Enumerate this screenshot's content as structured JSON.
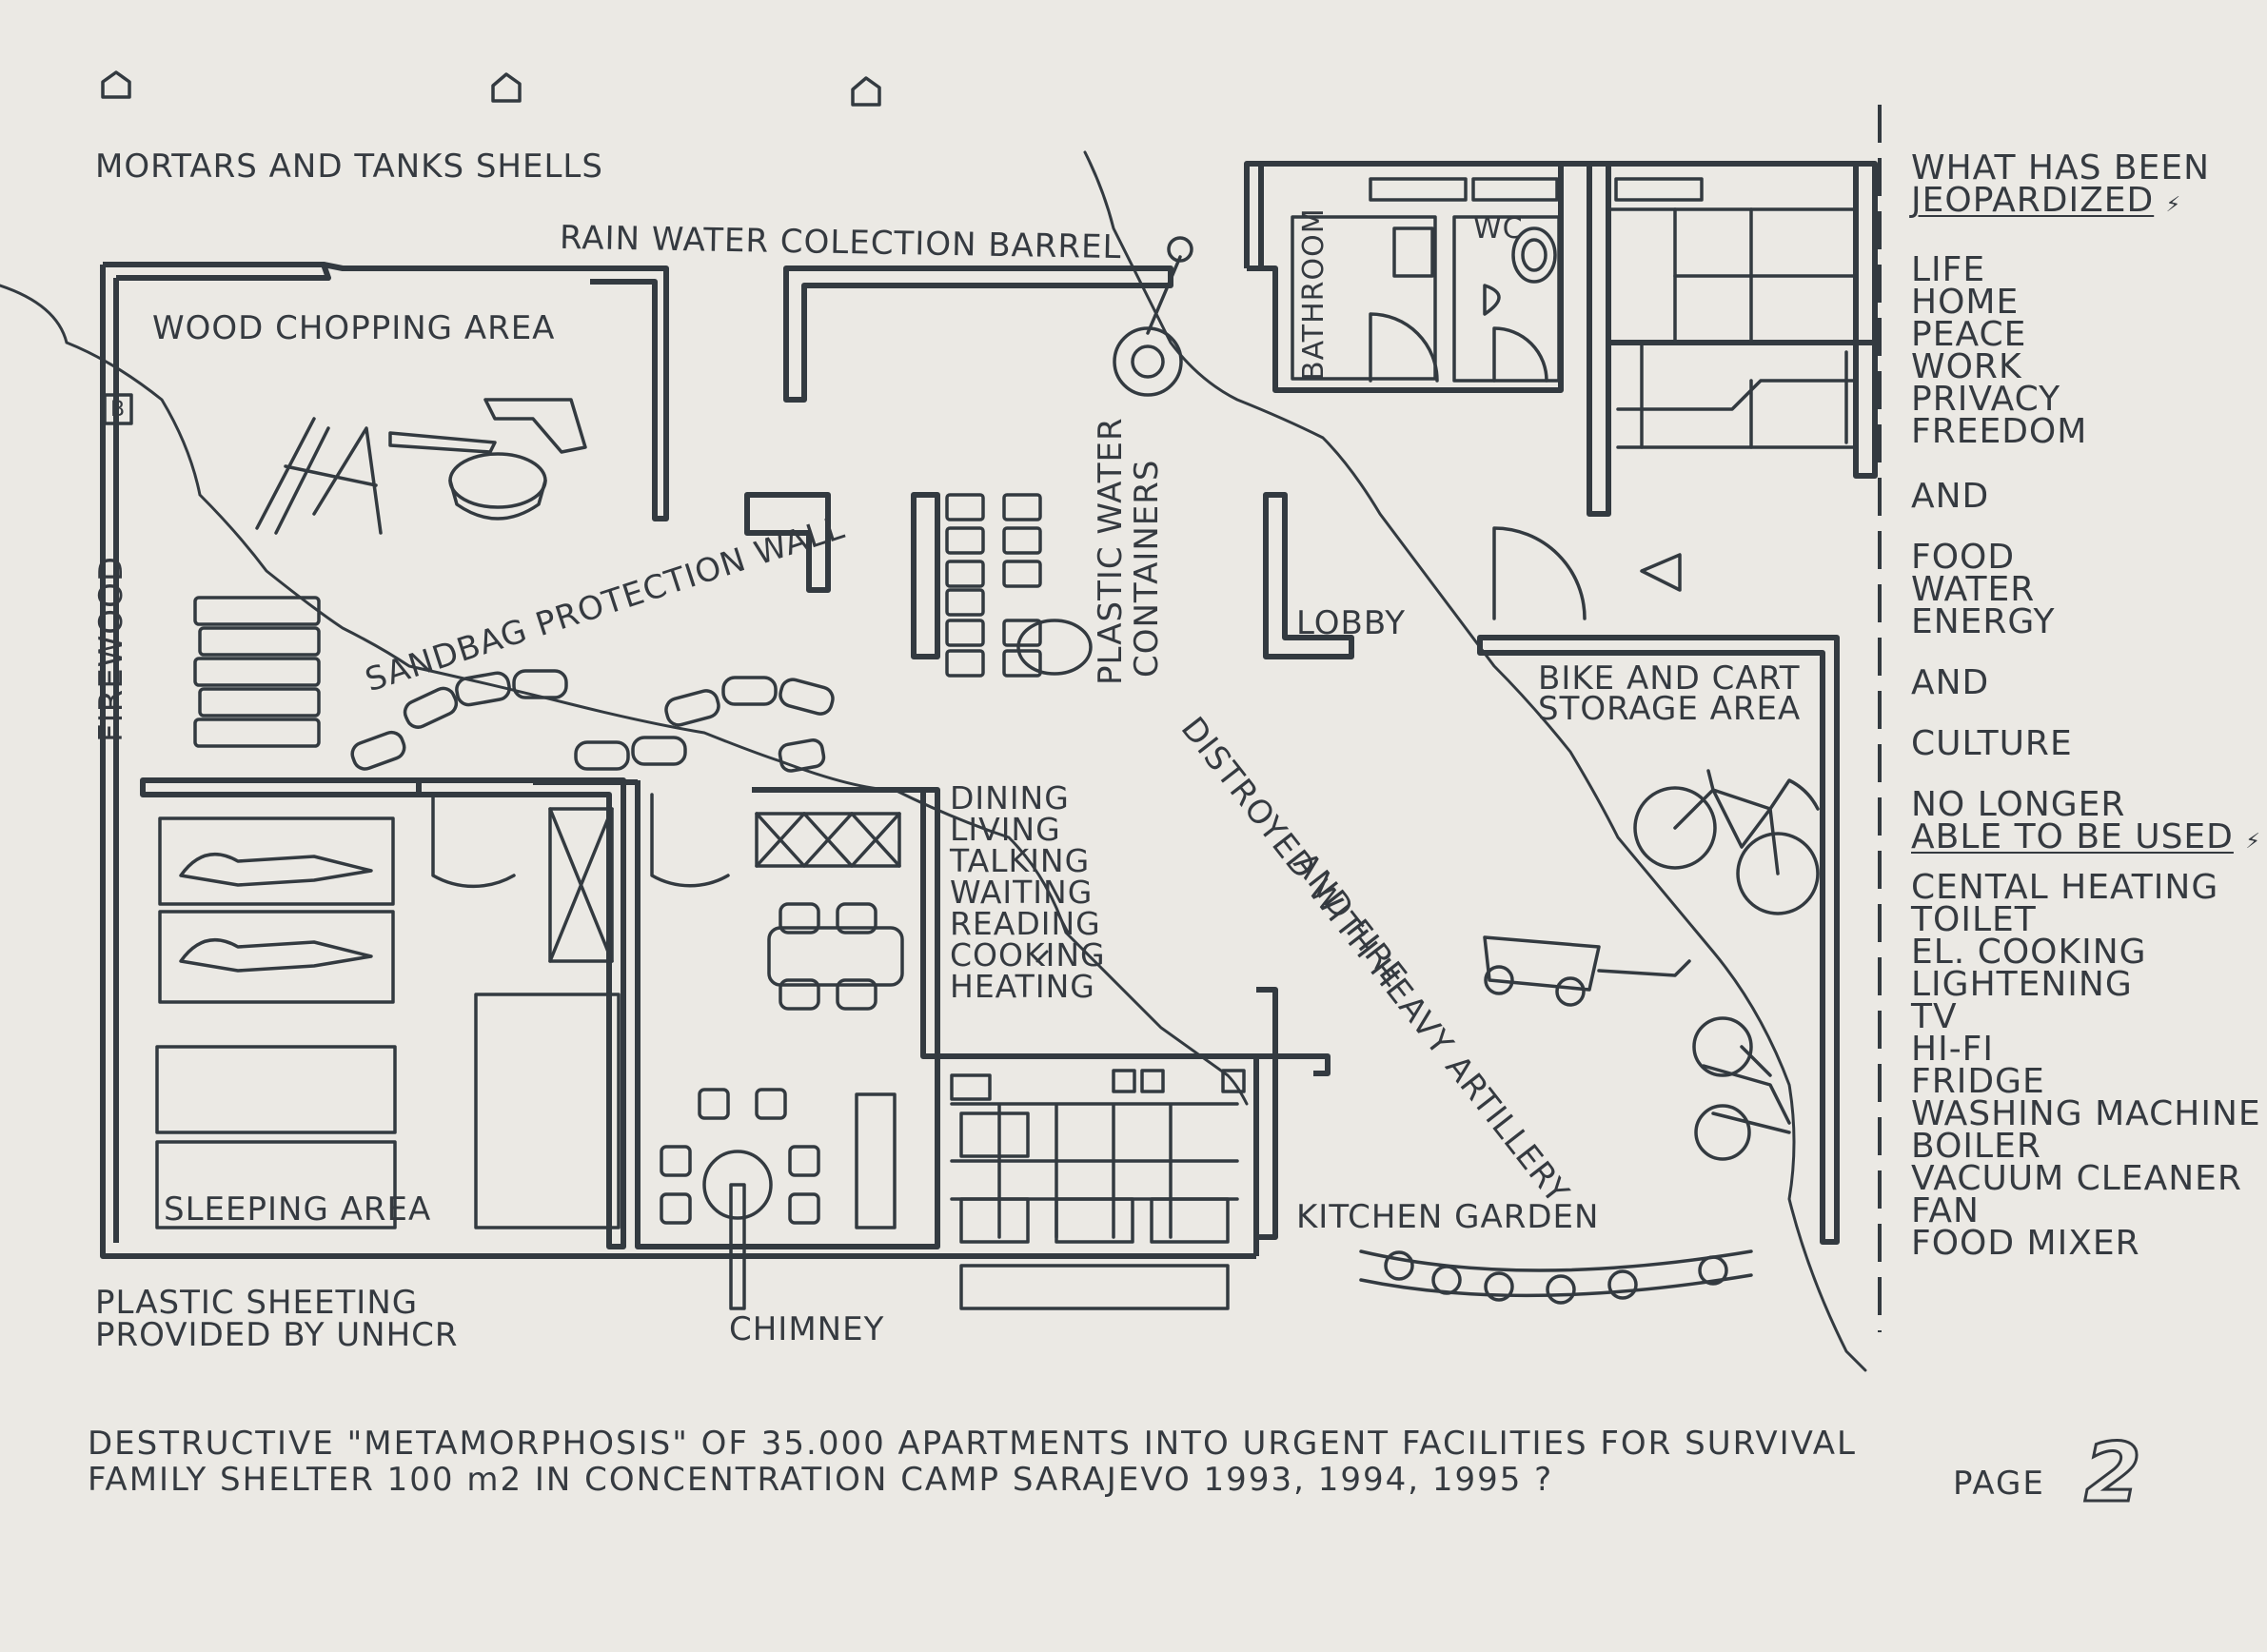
{
  "labels": {
    "mortars": "MORTARS AND TANKS SHELLS",
    "rain_barrel": "RAIN WATER COLECTION BARREL",
    "wood_chopping": "WOOD CHOPPING AREA",
    "firewood": "FIREWOOD",
    "sandbag_wall": "SANDBAG PROTECTION WALL",
    "plastic_containers_1": "PLASTIC WATER",
    "plastic_containers_2": "CONTAINERS",
    "lobby": "LOBBY",
    "bathroom": "BATHROOM",
    "wc": "WC",
    "bike_storage_1": "BIKE AND CART",
    "bike_storage_2": "STORAGE AREA",
    "destroyed_1": "DISTROYED WITH HEAVY ARTILLERY",
    "destroyed_2": "AND FIRE",
    "sleeping_area": "SLEEPING AREA",
    "kitchen_garden": "KITCHEN GARDEN",
    "chimney": "CHIMNEY",
    "plastic_sheeting_1": "PLASTIC SHEETING",
    "plastic_sheeting_2": "PROVIDED BY UNHCR",
    "b_mark": "B"
  },
  "activities": [
    "DINING",
    "LIVING",
    "TALKING",
    "WAITING",
    "READING",
    "COOKING",
    "HEATING"
  ],
  "sidebar": {
    "heading_1": "WHAT HAS BEEN",
    "heading_2": "JEOPARDIZED",
    "heading_mark": "⚡",
    "group1": [
      "LIFE",
      "HOME",
      "PEACE",
      "WORK",
      "PRIVACY",
      "FREEDOM"
    ],
    "and_1": "AND",
    "group2": [
      "FOOD",
      "WATER",
      "ENERGY"
    ],
    "and_2": "AND",
    "culture": "CULTURE",
    "no_longer_1": "NO LONGER",
    "no_longer_2": "ABLE TO BE USED",
    "no_longer_mark": "⚡",
    "appliances": [
      "CENTAL HEATING",
      "TOILET",
      "EL. COOKING",
      "LIGHTENING",
      "TV",
      "HI-FI",
      "FRIDGE",
      "WASHING MACHINE",
      "BOILER",
      "VACUUM CLEANER",
      "FAN",
      "FOOD MIXER"
    ]
  },
  "caption": {
    "line1": "DESTRUCTIVE \"METAMORPHOSIS\" OF 35.000 APARTMENTS INTO URGENT FACILITIES FOR SURVIVAL",
    "line2": "FAMILY SHELTER 100 m2 IN CONCENTRATION CAMP SARAJEVO  1993, 1994, 1995 ?",
    "page_label": "PAGE",
    "page_number": "2"
  },
  "icons": [
    "house-outline-icon",
    "bicycle-icon",
    "cart-icon",
    "toilet-icon",
    "door-swing-icon"
  ]
}
